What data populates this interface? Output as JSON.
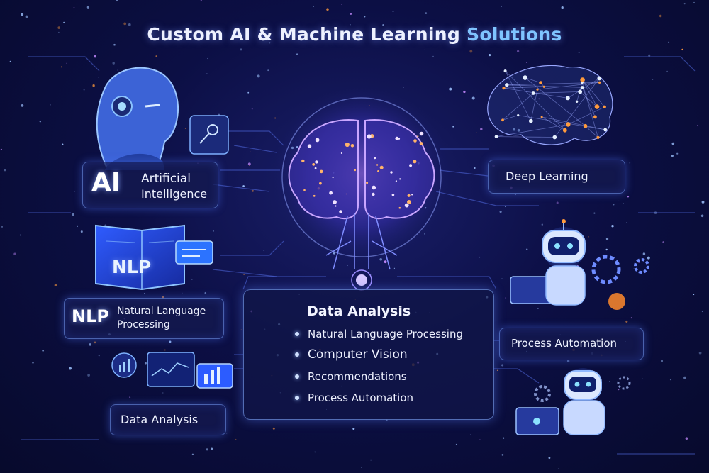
{
  "title_main": "Custom AI & Machine Learning ",
  "title_highlight": "Solutions",
  "ai_panel": {
    "abbr": "AI",
    "line1": "Artificial",
    "line2": "Intelligence"
  },
  "nlp_panel": {
    "abbr": "NLP",
    "line1": "Natural Language",
    "line2": "Processing",
    "book_label": "NLP"
  },
  "data_panel": {
    "label": "Data Analysis"
  },
  "deep_panel": {
    "label": "Deep Learning"
  },
  "process_panel": {
    "label": "Process Automation"
  },
  "list": {
    "title": "Data Analysis",
    "items": [
      "Natural Language Processing",
      "Computer Vision",
      "Recommendations",
      "Process Automation"
    ]
  },
  "colors": {
    "accent": "#7fc4ff",
    "background": "#0c0f45",
    "glow_orange": "#ff9a3c",
    "glow_purple": "#c58bff"
  },
  "icons": [
    "robot-head-icon",
    "brain-icon",
    "network-brain-icon",
    "book-icon",
    "chart-icon",
    "robot-laptop-icon",
    "gear-icon",
    "key-icon"
  ]
}
